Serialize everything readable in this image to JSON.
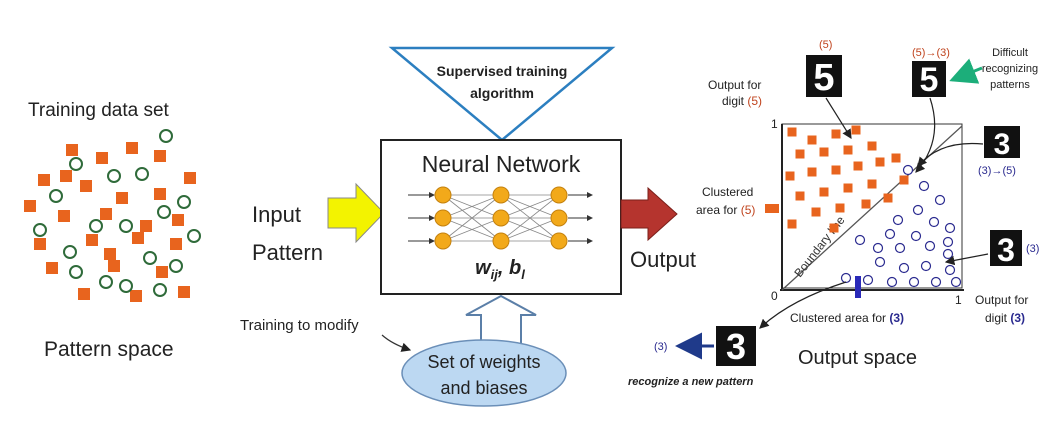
{
  "pattern_space": {
    "title": "Training data set",
    "caption": "Pattern space",
    "square_color": "#e8641e",
    "circle_stroke": "#2f6b3a"
  },
  "input": {
    "label_line1": "Input",
    "label_line2": "Pattern",
    "arrow_color": "#f3f300"
  },
  "supervised": {
    "line1": "Supervised training",
    "line2": "algorithm"
  },
  "network": {
    "title": "Neural Network",
    "params_w": "w",
    "params_w_sub": "ij",
    "params_comma": ",",
    "params_b": "b",
    "params_b_sub": "l",
    "node_color": "#f2a91a"
  },
  "training": {
    "modify_label": "Training to modify",
    "weights_line1": "Set of weights",
    "weights_line2": "and biases",
    "ellipse_color": "#bcd8f2"
  },
  "output": {
    "label": "Output",
    "arrow_color": "#b5342e"
  },
  "output_space": {
    "y_axis_label": "Output for",
    "y_axis_label2": "digit",
    "y_digit": "(5)",
    "tick_y_one": "1",
    "origin": "0",
    "tick_x_one": "1",
    "x_axis_label": "Output for",
    "x_axis_label2": "digit",
    "x_digit": "(3)",
    "boundary_label": "Boundary line",
    "cluster5_line1": "Clustered",
    "cluster5_line2": "area for",
    "cluster5_digit": "(5)",
    "cluster3_label": "Clustered area for",
    "cluster3_digit": "(3)",
    "caption": "Output space",
    "digit5_label": "(5)",
    "difficult_top_label": "(5)→(3)",
    "difficult_right_label": "(3)→(5)",
    "difficult_note_line1": "Difficult",
    "difficult_note_line2": "recognizing",
    "difficult_note_line3": "patterns",
    "digit3_label": "(3)",
    "new_pattern_label": "(3)",
    "new_pattern_caption": "recognize a new pattern",
    "color_five": "#c0441e",
    "color_three": "#2a2a8f",
    "note_arrow_color": "#1cae7a"
  }
}
